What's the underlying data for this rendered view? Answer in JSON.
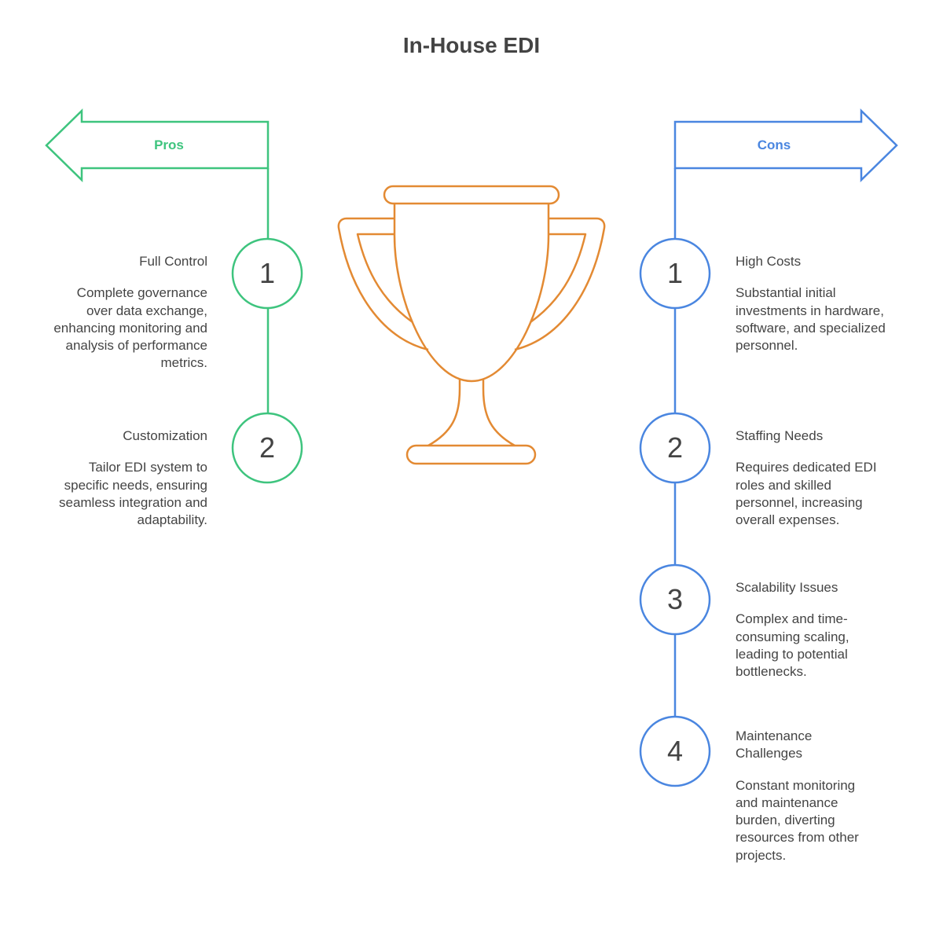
{
  "title": "In-House EDI",
  "colors": {
    "pros": "#3ec47e",
    "cons": "#4a86e0",
    "trophy": "#e38a33",
    "text": "#444444"
  },
  "pros": {
    "label": "Pros",
    "items": [
      {
        "number": "1",
        "title": "Full Control",
        "text": "Complete governance over data exchange, enhancing monitoring and analysis of performance metrics."
      },
      {
        "number": "2",
        "title": "Customization",
        "text": "Tailor EDI system to specific needs, ensuring seamless integration and adaptability."
      }
    ]
  },
  "cons": {
    "label": "Cons",
    "items": [
      {
        "number": "1",
        "title": "High Costs",
        "text": "Substantial initial investments in hardware, software, and specialized personnel."
      },
      {
        "number": "2",
        "title": "Staffing Needs",
        "text": "Requires dedicated EDI roles and skilled personnel, increasing overall expenses."
      },
      {
        "number": "3",
        "title": "Scalability Issues",
        "text": "Complex and time-consuming scaling, leading to potential bottlenecks."
      },
      {
        "number": "4",
        "title": "Maintenance Challenges",
        "text": "Constant monitoring and maintenance burden, diverting resources from other projects."
      }
    ]
  }
}
